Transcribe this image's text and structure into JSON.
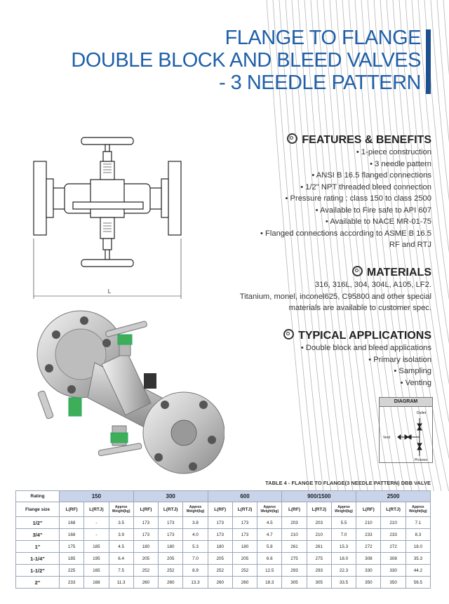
{
  "title": {
    "line1": "FLANGE TO FLANGE",
    "line2": "DOUBLE BLOCK AND BLEED VALVES",
    "line3": "- 3 NEEDLE PATTERN"
  },
  "features": {
    "heading": "FEATURES & BENEFITS",
    "items": [
      "• 1-piece construction",
      "• 3 needle pattern",
      "• ANSI B 16.5 flanged connections",
      "• 1/2\" NPT threaded bleed connection",
      "• Pressure rating : class 150 to class 2500",
      "• Available to Fire safe to API 607",
      "• Available to NACE MR-01-75",
      "• Flanged connections according to ASME B 16.5",
      "RF and RTJ"
    ]
  },
  "materials": {
    "heading": "MATERIALS",
    "items": [
      "316, 316L, 304, 304L, A105, LF2.",
      "Titanium, monel, inconel625, C95800 and other special",
      "materials are available to customer spec."
    ]
  },
  "applications": {
    "heading": "TYPICAL APPLICATIONS",
    "items": [
      "• Double block and bleed applications",
      "• Primary isolation",
      "• Sampling",
      "• Venting"
    ]
  },
  "drawing": {
    "dimension_label": "L"
  },
  "diagram": {
    "title": "DIAGRAM",
    "outlet": "Outlet",
    "vent": "Vent",
    "process": "Process"
  },
  "table": {
    "title": "TABLE 4 - FLANGE TO FLANGE(3 NEEDLE PATTERN) DBB VALVE",
    "rating_label": "Rating",
    "flange_label": "Flange size",
    "ratings": [
      "150",
      "300",
      "600",
      "900/1500",
      "2500"
    ],
    "subheads": [
      "L(RF)",
      "L(RTJ)",
      "Approx Weight(kg)"
    ],
    "rows": [
      {
        "size": "1/2\"",
        "values": [
          "168",
          "-",
          "3.5",
          "173",
          "173",
          "3.8",
          "173",
          "173",
          "4.5",
          "203",
          "203",
          "5.5",
          "210",
          "210",
          "7.1"
        ]
      },
      {
        "size": "3/4\"",
        "values": [
          "168",
          "-",
          "3.9",
          "173",
          "173",
          "4.0",
          "173",
          "173",
          "4.7",
          "210",
          "210",
          "7.0",
          "233",
          "233",
          "8.3"
        ]
      },
      {
        "size": "1\"",
        "values": [
          "175",
          "185",
          "4.5",
          "180",
          "180",
          "5.3",
          "180",
          "180",
          "5.8",
          "261",
          "261",
          "15.3",
          "272",
          "272",
          "18.0"
        ]
      },
      {
        "size": "1-1/4\"",
        "values": [
          "185",
          "195",
          "6.4",
          "205",
          "205",
          "7.0",
          "205",
          "205",
          "6.6",
          "275",
          "275",
          "18.0",
          "308",
          "308",
          "35.3"
        ]
      },
      {
        "size": "1-1/2\"",
        "values": [
          "225",
          "165",
          "7.5",
          "252",
          "252",
          "8.9",
          "252",
          "252",
          "12.5",
          "293",
          "293",
          "22.3",
          "330",
          "330",
          "44.2"
        ]
      },
      {
        "size": "2\"",
        "values": [
          "233",
          "168",
          "11.3",
          "260",
          "260",
          "13.3",
          "260",
          "260",
          "18.3",
          "305",
          "305",
          "33.5",
          "350",
          "350",
          "56.5"
        ]
      }
    ]
  },
  "colors": {
    "title_blue": "#1f5fa8",
    "header_blue": "#c9d3ea",
    "accent_bar": "#1e4f8f"
  }
}
